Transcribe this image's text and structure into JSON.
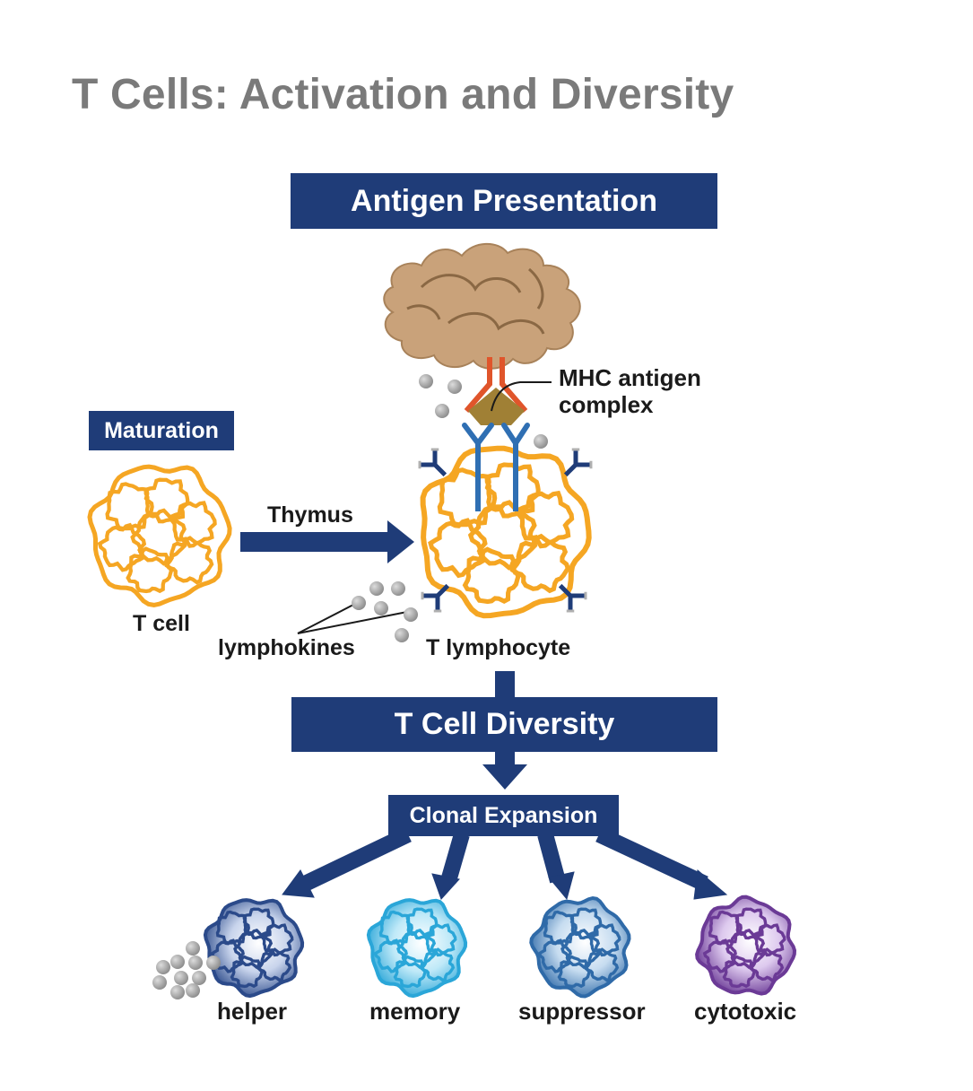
{
  "title": "T Cells: Activation and Diversity",
  "boxes": {
    "antigen_presentation": "Antigen Presentation",
    "maturation": "Maturation",
    "t_cell_diversity": "T Cell Diversity",
    "clonal_expansion": "Clonal Expansion"
  },
  "labels": {
    "mhc_line1": "MHC antigen",
    "mhc_line2": "complex",
    "thymus": "Thymus",
    "t_cell": "T cell",
    "lymphokines": "lymphokines",
    "t_lymphocyte": "T lymphocyte"
  },
  "cell_types": [
    "helper",
    "memory",
    "suppressor",
    "cytotoxic"
  ],
  "colors": {
    "navy": "#1f3c78",
    "orange": "#f5a623",
    "antigen_brown": "#c9a27a",
    "receptor_red": "#e0552b",
    "receptor_blue": "#2f6fb3",
    "mhc_gold": "#a08035",
    "helper": "#2b4a8a",
    "memory": "#2aa6d8",
    "suppressor": "#2f6aa8",
    "cytotoxic": "#6b3a96",
    "granule_gray": "#9a9a9a"
  }
}
